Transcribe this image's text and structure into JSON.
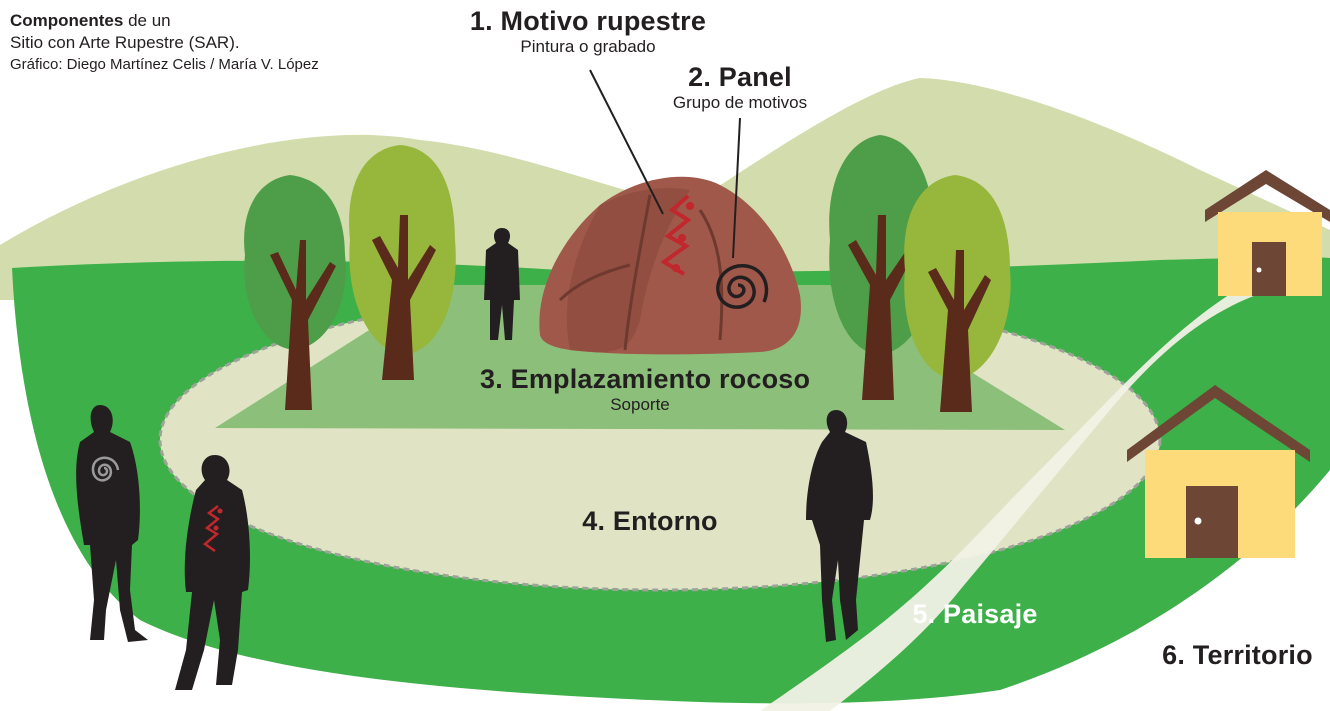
{
  "credits": {
    "line1_bold": "Componentes",
    "line1_rest": " de un",
    "line2": "Sitio con Arte Rupestre (SAR).",
    "line3": "Gráfico: Diego Martínez Celis / María V. López"
  },
  "labels": [
    {
      "title": "1. Motivo rupestre",
      "subtitle": "Pintura o grabado"
    },
    {
      "title": "2. Panel",
      "subtitle": "Grupo de motivos"
    },
    {
      "title": "3. Emplazamiento rocoso",
      "subtitle": "Soporte"
    },
    {
      "title": "4. Entorno",
      "subtitle": ""
    },
    {
      "title": "5. Paisaje",
      "subtitle": ""
    },
    {
      "title": "6. Territorio",
      "subtitle": ""
    }
  ],
  "colors": {
    "hills": "#d2dcac",
    "grass": "#3db049",
    "environment": "#e0e3c4",
    "platform": "#8cbf7a",
    "rock": "#a0584a",
    "motif_red": "#c1272d",
    "silhouette": "#231f20",
    "house_wall": "#fddb7a",
    "house_roof": "#6d4635",
    "trunk": "#5a2a1a",
    "tree_dark": "#4e9d48",
    "tree_light": "#97b63c",
    "path": "#f1f1e6"
  },
  "icons": [
    "rock-icon",
    "spiral-motif-icon",
    "zigzag-motif-icon",
    "tree-icon",
    "person-silhouette-icon",
    "house-icon",
    "path-icon"
  ]
}
